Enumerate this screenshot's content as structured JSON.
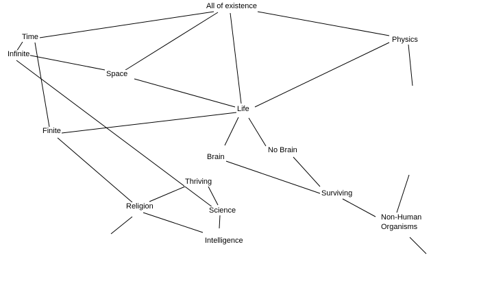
{
  "diagram": {
    "nodes": {
      "all_of_existence": "All of existence",
      "time": "Time",
      "infinite": "Infinite",
      "physics": "Physics",
      "space": "Space",
      "life": "Life",
      "finite": "Finite",
      "no_brain": "No Brain",
      "brain": "Brain",
      "thriving": "Thriving",
      "surviving": "Surviving",
      "religion": "Religion",
      "science": "Science",
      "non_human_organisms": "Non-Human Organisms",
      "intelligence": "Intelligence"
    },
    "edges": [
      [
        "all_of_existence",
        "time"
      ],
      [
        "all_of_existence",
        "space"
      ],
      [
        "all_of_existence",
        "life"
      ],
      [
        "all_of_existence",
        "physics"
      ],
      [
        "time",
        "infinite"
      ],
      [
        "time",
        "finite"
      ],
      [
        "infinite",
        "space"
      ],
      [
        "infinite",
        "science"
      ],
      [
        "space",
        "life"
      ],
      [
        "physics",
        "life"
      ],
      [
        "life",
        "finite"
      ],
      [
        "life",
        "brain"
      ],
      [
        "life",
        "no_brain"
      ],
      [
        "no_brain",
        "surviving"
      ],
      [
        "brain",
        "surviving"
      ],
      [
        "finite",
        "religion"
      ],
      [
        "thriving",
        "religion"
      ],
      [
        "thriving",
        "science"
      ],
      [
        "surviving",
        "non_human_organisms"
      ],
      [
        "religion",
        "intelligence"
      ],
      [
        "science",
        "intelligence"
      ]
    ],
    "line_color": "#000000",
    "background": "#ffffff"
  }
}
